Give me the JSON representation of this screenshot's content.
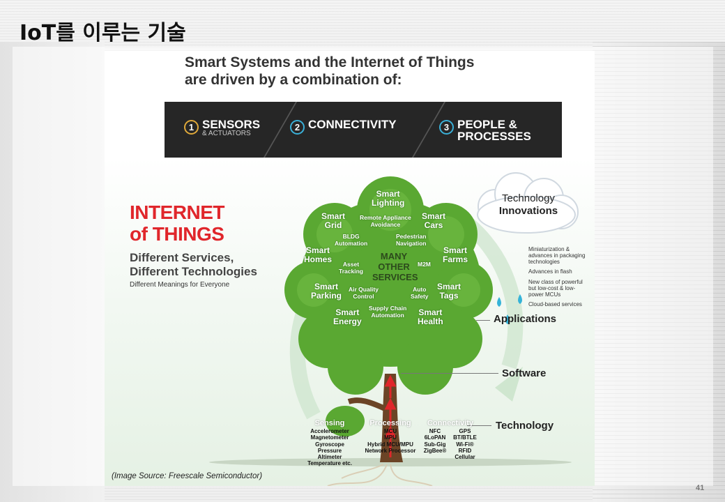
{
  "slide": {
    "title": "IoT를 이루는 기술",
    "page_number": "41"
  },
  "figure": {
    "headline_line1": "Smart Systems and the Internet of Things",
    "headline_line2": "are driven by a combination of:",
    "pillars": [
      {
        "num": "1",
        "label": "SENSORS",
        "sub": "& ACTUATORS"
      },
      {
        "num": "2",
        "label": "CONNECTIVITY",
        "sub": ""
      },
      {
        "num": "3",
        "label_line1": "PEOPLE &",
        "label_line2": "PROCESSES"
      }
    ],
    "iot_title_line1": "INTERNET",
    "iot_title_line2": "of THINGS",
    "iot_sub_line1": "Different Services,",
    "iot_sub_line2": "Different Technologies",
    "iot_small": "Different Meanings for Everyone",
    "leaves": {
      "smart_lighting": "Smart\nLighting",
      "smart_grid": "Smart\nGrid",
      "smart_cars": "Smart\nCars",
      "smart_homes": "Smart\nHomes",
      "smart_farms": "Smart\nFarms",
      "smart_parking": "Smart\nParking",
      "smart_tags": "Smart\nTags",
      "smart_energy": "Smart\nEnergy",
      "smart_health": "Smart\nHealth",
      "remote_appliance": "Remote Appliance\nAvoidance",
      "bldg": "BLDG\nAutomation",
      "pedestrian": "Pedestrian\nNavigation",
      "asset": "Asset\nTracking",
      "m2m": "M2M",
      "air_quality": "Air Quality\nControl",
      "auto_safety": "Auto\nSafety",
      "supply_chain": "Supply Chain\nAutomation",
      "many": "MANY\nOTHER\nSERVICES"
    },
    "cloud_line1": "Technology",
    "cloud_line2": "Innovations",
    "innovations": [
      "Miniaturization & advances in packaging technologies",
      "Advances in flash",
      "New class of powerful but low-cost & low-power MCUs",
      "Cloud-based services"
    ],
    "layers": {
      "applications": "Applications",
      "software": "Software",
      "technology": "Technology"
    },
    "roots": {
      "sensing_head": "Sensing",
      "sensing_items": [
        "Accelerometer",
        "Magnetometer",
        "Gyroscope",
        "Pressure",
        "Altimeter",
        "Temperature etc."
      ],
      "processing_head": "Processing",
      "processing_items": [
        "MCU",
        "MPU",
        "Hybrid MCU/MPU",
        "Network Processor"
      ],
      "connectivity_head": "Connectivity",
      "connectivity_col1": [
        "NFC",
        "6LoPAN",
        "Sub-Gig",
        "ZigBee®"
      ],
      "connectivity_col2": [
        "GPS",
        "BT/BTLE",
        "Wi-Fi®",
        "RFID",
        "Cellular"
      ]
    },
    "source": "(Image Source: Freescale Semiconductor)"
  },
  "colors": {
    "iot_red": "#e0262b",
    "tree_green": "#5aa832",
    "band_dark": "#262626"
  }
}
